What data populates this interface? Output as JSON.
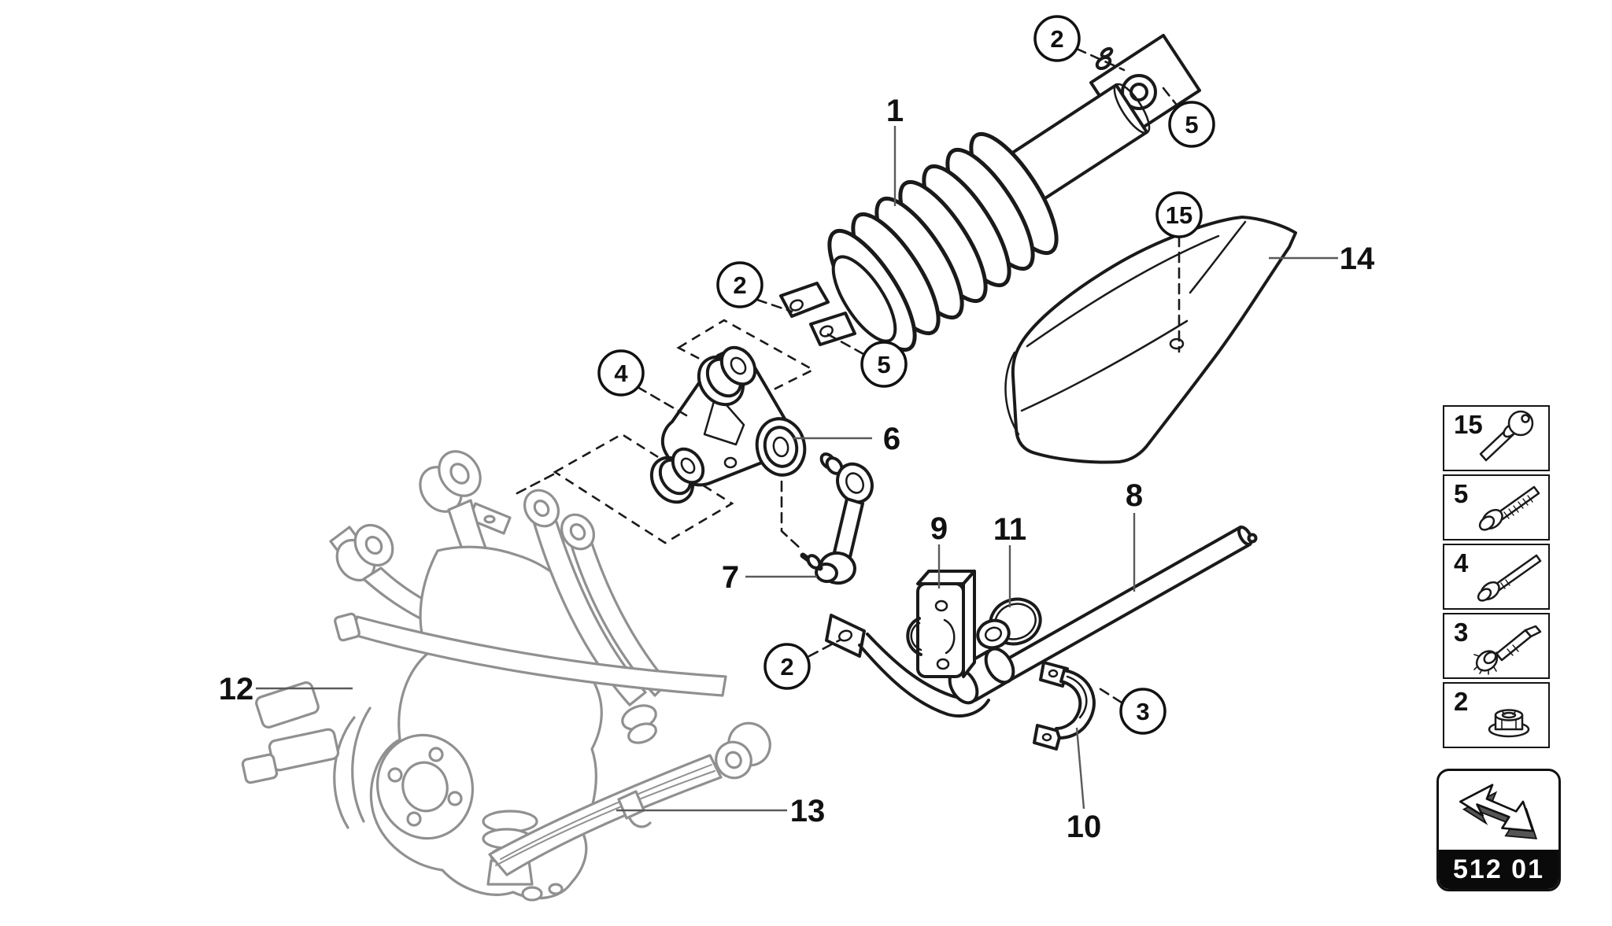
{
  "document": {
    "type": "exploded-parts-diagram",
    "section": "rear suspension"
  },
  "colors": {
    "part_line": "#1a1a1a",
    "reference_line": "#909090",
    "leader_line": "#5a5a5a",
    "background": "#ffffff",
    "code_band": "#0a0a0a",
    "code_text": "#ffffff"
  },
  "diagram": {
    "plain_callouts": [
      {
        "label": "1",
        "part": "shock-absorber"
      },
      {
        "label": "6",
        "part": "suspension-rocker-arm"
      },
      {
        "label": "7",
        "part": "stabilizer-link"
      },
      {
        "label": "8",
        "part": "stabilizer-bar"
      },
      {
        "label": "9",
        "part": "stabilizer-bracket"
      },
      {
        "label": "10",
        "part": "stabilizer-clamp"
      },
      {
        "label": "11",
        "part": "stabilizer-bushing"
      },
      {
        "label": "12",
        "part": "wheel-carrier-assembly"
      },
      {
        "label": "13",
        "part": "lower-control-arm"
      },
      {
        "label": "14",
        "part": "heat-shield"
      }
    ],
    "circled_callouts": [
      {
        "label": "2",
        "fastener": "nut",
        "at": "shock-top-mount"
      },
      {
        "label": "5",
        "fastener": "bolt",
        "at": "shock-top-mount"
      },
      {
        "label": "15",
        "fastener": "screw",
        "at": "heat-shield"
      },
      {
        "label": "2",
        "fastener": "nut",
        "at": "shock-fork"
      },
      {
        "label": "4",
        "fastener": "bolt",
        "at": "rocker-arm"
      },
      {
        "label": "5",
        "fastener": "bolt",
        "at": "shock-fork"
      },
      {
        "label": "2",
        "fastener": "nut",
        "at": "stabilizer-bar-end"
      },
      {
        "label": "3",
        "fastener": "bolt",
        "at": "stabilizer-clamp"
      }
    ]
  },
  "legend": {
    "items": [
      {
        "label": "15",
        "icon": "ball-stud-screw-icon"
      },
      {
        "label": "5",
        "icon": "flange-bolt-icon"
      },
      {
        "label": "4",
        "icon": "flange-bolt-long-icon"
      },
      {
        "label": "3",
        "icon": "serrated-flange-bolt-icon"
      },
      {
        "label": "2",
        "icon": "flange-nut-icon"
      }
    ]
  },
  "code_box": {
    "code": "512 01",
    "icon": "direction-arrow-icon"
  }
}
